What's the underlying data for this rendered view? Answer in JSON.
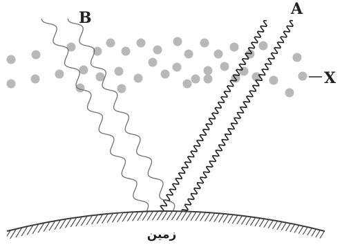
{
  "labels": {
    "ray_a": "A",
    "ray_b": "B",
    "layer_x": "X",
    "ground": "زمین"
  },
  "colors": {
    "particle": "#b8b8b8",
    "ray_a": "#1c1c1c",
    "ray_b": "#6f6f6f",
    "ground": "#3a3a3a",
    "text": "#222222"
  }
}
